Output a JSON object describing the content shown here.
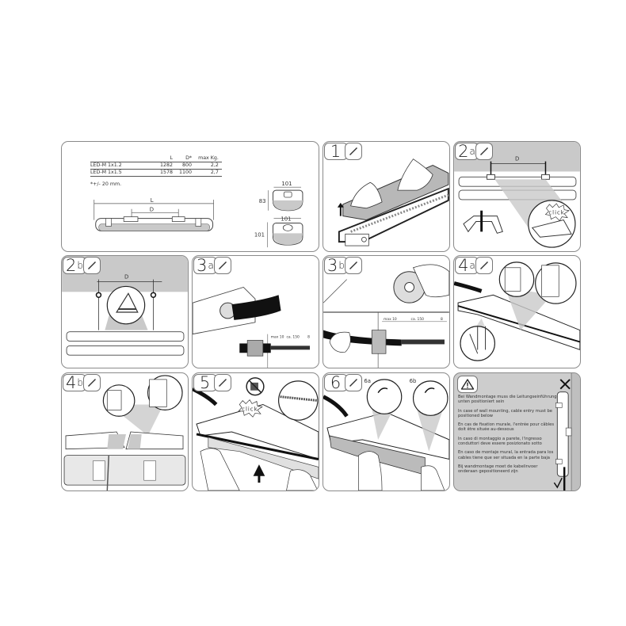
{
  "spec_panel": {
    "table": {
      "headers": [
        "",
        "L",
        "D*",
        "max Kg."
      ],
      "rows": [
        [
          "LED-M 1x1.2",
          "1282",
          "800",
          "2,2"
        ],
        [
          "LED-M 1x1.5",
          "1578",
          "1100",
          "2,7"
        ]
      ]
    },
    "note": "*+/- 20 mm.",
    "dims": {
      "length": "L",
      "distance": "D",
      "width_top": "101",
      "height": "83",
      "width_bottom": "101",
      "height_bottom": "101"
    }
  },
  "steps": [
    {
      "id": "1",
      "num": "1",
      "sub": "",
      "tool": "screwdriver-icon"
    },
    {
      "id": "2a",
      "num": "2",
      "sub": "a",
      "tool": "screwdriver-icon",
      "label_d": "D",
      "click": "click"
    },
    {
      "id": "2b",
      "num": "2",
      "sub": "b",
      "tool": "screwdriver-icon",
      "label_d": "D"
    },
    {
      "id": "3a",
      "num": "3",
      "sub": "a",
      "tool": "screwdriver-icon",
      "dims": [
        "max 10",
        "ca. 150",
        "8"
      ]
    },
    {
      "id": "3b",
      "num": "3",
      "sub": "b",
      "tool": "screwdriver-icon",
      "dims": [
        "max 10",
        "ca. 150",
        "8"
      ]
    },
    {
      "id": "4a",
      "num": "4",
      "sub": "a",
      "tool": "screwdriver-icon"
    },
    {
      "id": "4b",
      "num": "4",
      "sub": "b",
      "tool": "screwdriver-icon"
    },
    {
      "id": "5",
      "num": "5",
      "sub": "",
      "tool": "screwdriver-icon",
      "click": "click"
    },
    {
      "id": "6",
      "num": "6",
      "sub": "",
      "tool": "screwdriver-icon",
      "sub_a": "6a",
      "sub_b": "6b"
    }
  ],
  "warning": {
    "icon": "warning-triangle-icon",
    "texts": [
      "Bei Wandmontage muss die Leitungseinführung unten positioniert sein",
      "In case of wall mounting, cable entry must be positioned below",
      "En cas de fixation murale, l'entrée pour câbles doit être située au-dessous",
      "In caso di montaggio a parete, l'ingresso conduttori deve essere posizionato sotto",
      "En caso de montaje mural, la entrada para los cables tiene que ser situada en la parte baja",
      "Bij wandmontage moet de kabelinvoer onderaan gepositioneerd zijn"
    ]
  },
  "colors": {
    "border": "#8a8a8a",
    "gray_fill": "#c9c9c9",
    "warning_bg": "#cdcdcd"
  }
}
